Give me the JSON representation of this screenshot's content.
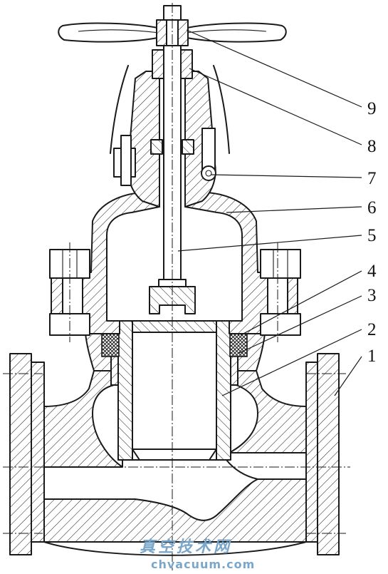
{
  "labels": [
    {
      "id": "9",
      "text": "9",
      "part": "handwheel"
    },
    {
      "id": "8",
      "text": "8",
      "part": "gland"
    },
    {
      "id": "7",
      "text": "7",
      "part": "hinge-bolt"
    },
    {
      "id": "6",
      "text": "6",
      "part": "bonnet"
    },
    {
      "id": "5",
      "text": "5",
      "part": "stem"
    },
    {
      "id": "4",
      "text": "4",
      "part": "gasket"
    },
    {
      "id": "3",
      "text": "3",
      "part": "sleeve"
    },
    {
      "id": "2",
      "text": "2",
      "part": "disc"
    },
    {
      "id": "1",
      "text": "1",
      "part": "body"
    }
  ],
  "watermark": {
    "chinese": "真空技术网",
    "url": "chvacuum.com"
  }
}
